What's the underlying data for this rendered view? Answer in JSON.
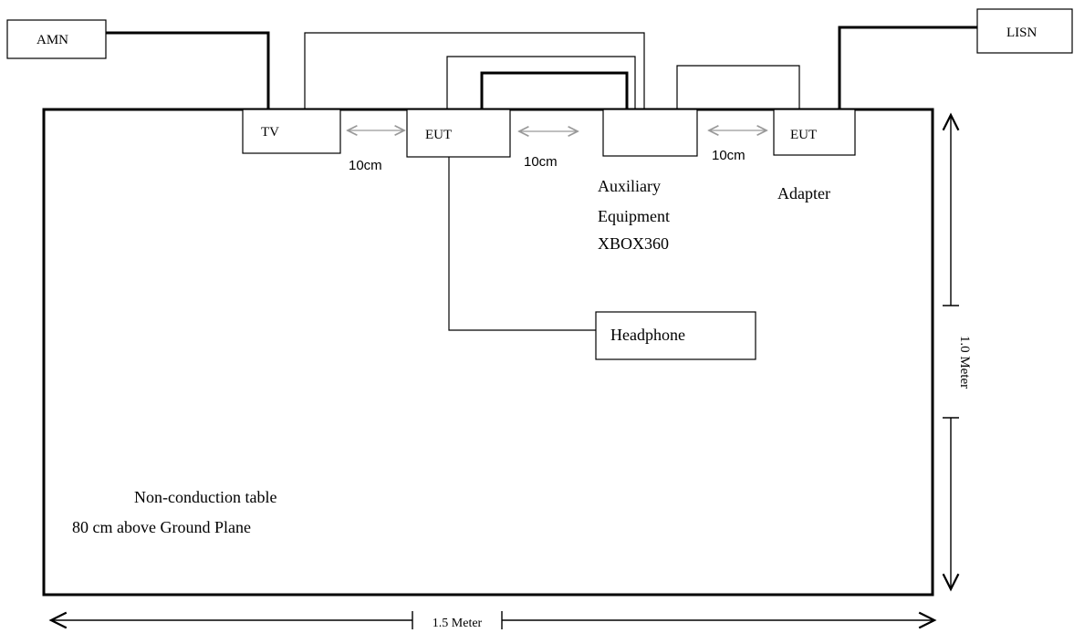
{
  "labels": {
    "amn": "AMN",
    "lisn": "LISN",
    "tv": "TV",
    "eut_left": "EUT",
    "eut_right": "EUT",
    "gap_1": "10cm",
    "gap_2": "10cm",
    "gap_3": "10cm",
    "aux_line1": "Auxiliary",
    "aux_line2": "Equipment",
    "aux_line3": "XBOX360",
    "adapter": "Adapter",
    "headphone": "Headphone",
    "table_line1": "Non-conduction table",
    "table_line2": "80 cm above Ground Plane",
    "height_dim": "1.0 Meter",
    "width_dim": "1.5 Meter"
  },
  "colors": {
    "line": "#000000",
    "gap_arrow": "#999999",
    "background": "#ffffff"
  }
}
